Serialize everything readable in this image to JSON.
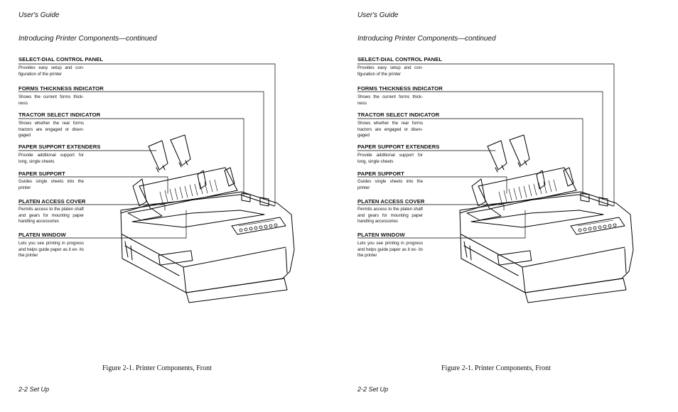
{
  "header": "User's Guide",
  "subheader": "Introducing Printer Components—continued",
  "components": [
    {
      "label": "SELECT-DIAL CONTROL PANEL",
      "description": "Provides easy setup and con- figuration of the printer"
    },
    {
      "label": "FORMS THICKNESS INDICATOR",
      "description": "Shows the current forms thick- ness"
    },
    {
      "label": "TRACTOR SELECT INDICATOR",
      "description": "Shows whether the rear forms tractors are engaged or disen- gaged"
    },
    {
      "label": "PAPER SUPPORT EXTENDERS",
      "description": "Provide additional support for long, single sheets"
    },
    {
      "label": "PAPER SUPPORT",
      "description": "Guides single sheets into the printer"
    },
    {
      "label": "PLATEN ACCESS COVER",
      "description": "Permits access to the platen shaft and gears for mounting paper handling accessories"
    },
    {
      "label": "PLATEN WINDOW",
      "description": "Lets you see printing in progress and helps guide paper as it ex- its the printer"
    }
  ],
  "caption": "Figure 2-1.  Printer Components, Front",
  "footer": "2-2  Set Up"
}
